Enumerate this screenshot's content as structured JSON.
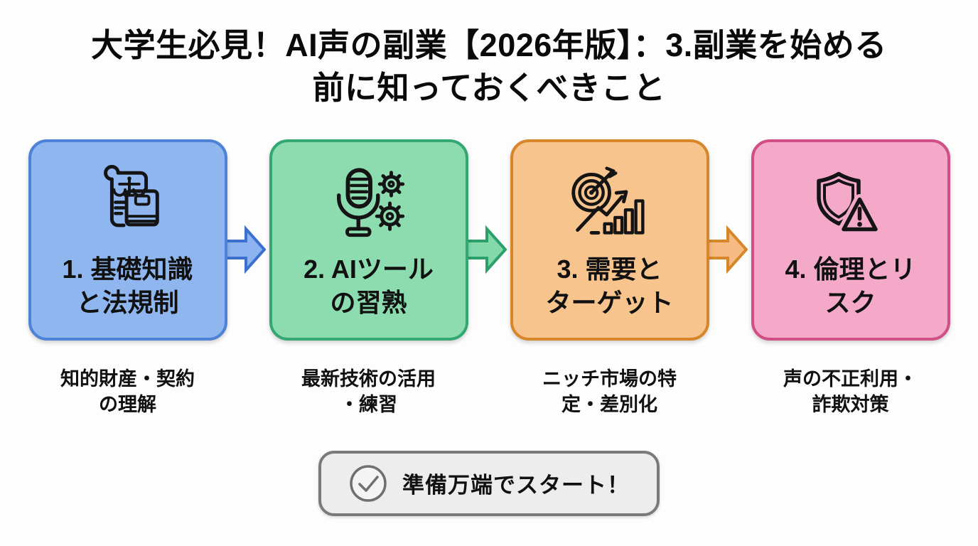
{
  "title": {
    "lines": [
      "大学生必見！AI声の副業【2026年版】：3.副業を始める",
      "前に知っておくべきこと"
    ]
  },
  "steps": [
    {
      "label_lines": [
        "1. 基礎知識",
        "と法規制"
      ],
      "caption_lines": [
        "知的財産・契約",
        "の理解"
      ],
      "icon": "law-scroll-book-icon",
      "fill": "#8fb6ef",
      "border": "#4d82d6"
    },
    {
      "label_lines": [
        "2. AIツール",
        "の習熟"
      ],
      "caption_lines": [
        "最新技術の活用",
        "・練習"
      ],
      "icon": "microphone-gears-icon",
      "fill": "#8cdcaf",
      "border": "#34a873"
    },
    {
      "label_lines": [
        "3. 需要と",
        "ターゲット"
      ],
      "caption_lines": [
        "ニッチ市場の特",
        "定・差別化"
      ],
      "icon": "target-growth-chart-icon",
      "fill": "#f7c48e",
      "border": "#d8862a"
    },
    {
      "label_lines": [
        "4. 倫理とリ",
        "スク"
      ],
      "caption_lines": [
        "声の不正利用・",
        "詐欺対策"
      ],
      "icon": "shield-warning-icon",
      "fill": "#f4a9c9",
      "border": "#cf4f86"
    }
  ],
  "arrows": [
    {
      "fill": "#8db4f0",
      "stroke": "#3c70cf"
    },
    {
      "fill": "#83d9aa",
      "stroke": "#2ba06a"
    },
    {
      "fill": "#f6bb82",
      "stroke": "#d8862a"
    }
  ],
  "badge": {
    "label": "準備万端でスタート！",
    "icon": "check-circle-icon",
    "fill": "#ededed",
    "border": "#7a7a7a",
    "icon_color": "#6f6f6f"
  }
}
